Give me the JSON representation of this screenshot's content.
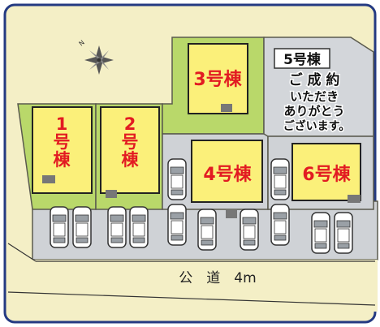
{
  "colors": {
    "frame_border": "#243a82",
    "ground": "#f4efc6",
    "lot_outline": "#5a5a4e",
    "lot_green": "#b9d86a",
    "building_yellow": "#fbf07a",
    "building_border": "#222222",
    "lot_number_red": "#e21b22",
    "paving_gray": "#cfd2d6",
    "sold_lot_gray": "#d3d6da",
    "road_line": "#333333"
  },
  "compass": {
    "label": "N",
    "icon": "compass-star-icon"
  },
  "lots": [
    {
      "id": "lot-1",
      "label": "1\n号\n棟",
      "status": "available"
    },
    {
      "id": "lot-2",
      "label": "2\n号\n棟",
      "status": "available"
    },
    {
      "id": "lot-3",
      "label": "3号棟",
      "status": "available"
    },
    {
      "id": "lot-4",
      "label": "4号棟",
      "status": "available"
    },
    {
      "id": "lot-5",
      "label": "5号棟",
      "status": "sold"
    },
    {
      "id": "lot-6",
      "label": "6号棟",
      "status": "available"
    }
  ],
  "sold_notice": {
    "lot_label": "5号棟",
    "line1": "ご 成 約",
    "line2": "いただき",
    "line3": "ありがとう",
    "line4": "ございます。"
  },
  "road": {
    "label": "公　道　4m"
  },
  "icons": [
    "car-icon",
    "meter-box-icon"
  ]
}
